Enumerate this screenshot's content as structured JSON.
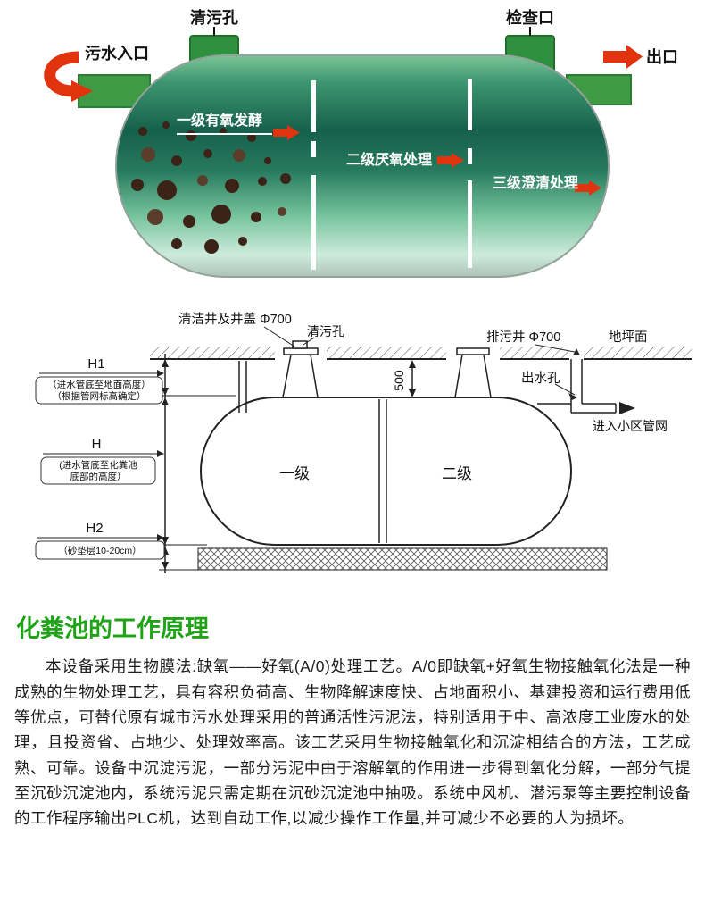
{
  "illustration": {
    "clean_hole_label": "清污孔",
    "inspection_label": "检查口",
    "inlet_label": "污水入口",
    "outlet_label": "出口",
    "stage1_label": "一级有氧发酵",
    "stage2_label": "二级厌氧处理",
    "stage3_label": "三级澄清处理"
  },
  "drawing": {
    "clean_well_label": "清洁井及井盖 Φ700",
    "clean_hole_label": "清污孔",
    "drain_well_label": "排污井 Φ700",
    "ground_label": "地坪面",
    "outlet_hole_label": "出水孔",
    "network_label": "进入小区管网",
    "dim_500": "500",
    "h1_label": "H1",
    "h1_note_line1": "（进水管底至地面高度）",
    "h1_note_line2": "（根据管网标高确定）",
    "h_label": "H",
    "h_note_line1": "(进水管底至化粪池",
    "h_note_line2": "底部的高度）",
    "h2_label": "H2",
    "h2_note": "（砂垫层10-20cm）",
    "stage1_label": "一级",
    "stage2_label": "二级"
  },
  "article": {
    "title": "化粪池的工作原理",
    "body": "本设备采用生物膜法:缺氧——好氧(A/0)处理工艺。A/0即缺氧+好氧生物接触氧化法是一种成熟的生物处理工艺，具有容积负荷高、生物降解速度快、占地面积小、基建投资和运行费用低等优点，可替代原有城市污水处理采用的普通活性污泥法，特别适用于中、高浓度工业废水的处理，且投资省、占地少、处理效率高。该工艺采用生物接触氧化和沉淀相结合的方法，工艺成熟、可靠。设备中沉淀污泥，一部分污泥中由于溶解氧的作用进一步得到氧化分解，一部分气提至沉砂沉淀池内，系统污泥只需定期在沉砂沉淀池中抽吸。系统中风机、潜污泵等主要控制设备的工作程序输出PLC机，达到自动工作,以减少操作工作量,并可减少不必要的人为损坏。"
  },
  "colors": {
    "title_green": "#1fa317",
    "arrow_red": "#e2330f",
    "cap_green": "#2f9140",
    "pipe_green": "#3f9a45",
    "tank_dark_green": "#16604c"
  }
}
